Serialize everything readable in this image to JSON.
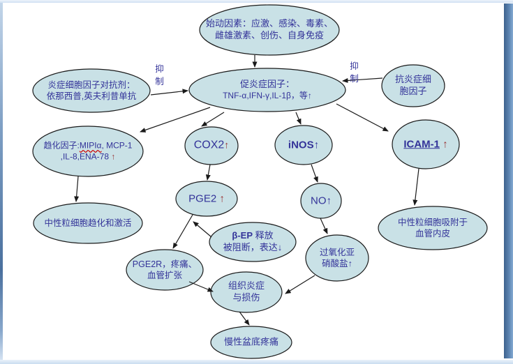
{
  "colors": {
    "ellipse_fill": "#c9e1e6",
    "ellipse_stroke": "#1a1a1a",
    "text_primary": "#333399",
    "accent_red": "#993333",
    "frame_light_blue": "#cfe0f2",
    "frame_dark_blue": "#3d628e"
  },
  "labels": {
    "inhibit_left": "抑制",
    "inhibit_right": "抑制"
  },
  "nodes": {
    "start": {
      "line1": "始动因素：应激、感染、毒素、",
      "line2": "雌雄激素、创伤、自身免疫"
    },
    "pro": {
      "line1": "促炎症因子：",
      "line2_main": "TNF-α,IFN-γ,IL-1β，等",
      "line2_arrow": "↑"
    },
    "antagonist": {
      "line1": "炎症细胞因子对抗剂：",
      "line2": "依那西普,英夫利昔单抗"
    },
    "anti": {
      "line1": "抗炎症细",
      "line2": "胞因子"
    },
    "chemokine": {
      "prefix": "趋化因子:",
      "misspelled": "MIPIα",
      "suffix": ", MCP-1",
      "line2_main": ",IL-8,ENA-78 ",
      "line2_arrow": "↑"
    },
    "cox2": {
      "label": "COX2",
      "arrow": "↑"
    },
    "inos": {
      "label": "iNOS",
      "arrow": "↑"
    },
    "icam": {
      "label": "ICAM-1",
      "spacer": " ",
      "arrow": "↑"
    },
    "pge2": {
      "label": "PGE2 ",
      "arrow": "↑"
    },
    "no": {
      "label": "NO",
      "arrow": "↑"
    },
    "chemotaxis": {
      "line1": "中性粒细胞趋化和激活"
    },
    "adhesion": {
      "line1": "中性粒细胞吸附于",
      "line2": "血管内皮"
    },
    "bep": {
      "bold": "β-EP",
      "rest1": " 释放",
      "line2_main": "被阻断，表达",
      "line2_arrow": "↓"
    },
    "pge2r": {
      "line1": "PGE2R，疼痛、",
      "line2": "血管扩张"
    },
    "peroxynitrite": {
      "line1": "过氧化亚",
      "line2_main": "硝酸盐",
      "line2_arrow": "↑"
    },
    "tissue": {
      "line1": "组织炎症",
      "line2": "与损伤"
    },
    "pelvic": {
      "line1": "慢性盆底疼痛"
    }
  }
}
